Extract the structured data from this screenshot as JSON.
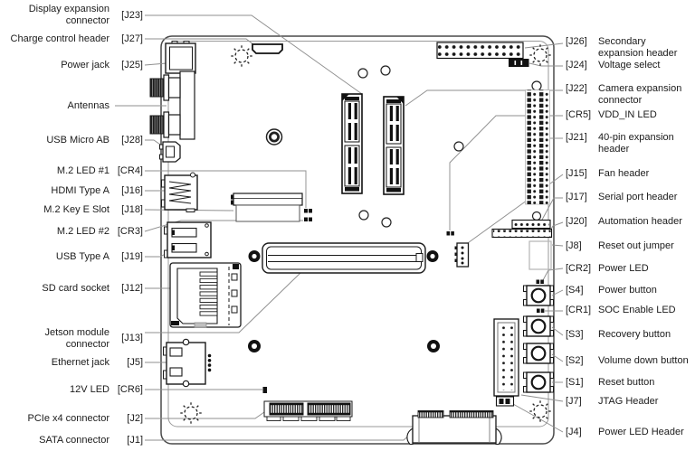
{
  "diagram": {
    "left_labels": [
      {
        "name": "Display expansion connector",
        "ref": "[J23]"
      },
      {
        "name": "Charge control header",
        "ref": "[J27]"
      },
      {
        "name": "Power jack",
        "ref": "[J25]"
      },
      {
        "name": "Antennas",
        "ref": ""
      },
      {
        "name": "USB Micro AB",
        "ref": "[J28]"
      },
      {
        "name": "M.2 LED #1",
        "ref": "[CR4]"
      },
      {
        "name": "HDMI Type A",
        "ref": "[J16]"
      },
      {
        "name": "M.2 Key E Slot",
        "ref": "[J18]"
      },
      {
        "name": "M.2 LED #2",
        "ref": "[CR3]"
      },
      {
        "name": "USB Type A",
        "ref": "[J19]"
      },
      {
        "name": "SD card socket",
        "ref": "[J12]"
      },
      {
        "name": "Jetson module connector",
        "ref": "[J13]"
      },
      {
        "name": "Ethernet jack",
        "ref": "[J5]"
      },
      {
        "name": "12V LED",
        "ref": "[CR6]"
      },
      {
        "name": "PCIe x4 connector",
        "ref": "[J2]"
      },
      {
        "name": "SATA connector",
        "ref": "[J1]"
      }
    ],
    "right_labels": [
      {
        "ref": "[J26]",
        "name": "Secondary expansion header"
      },
      {
        "ref": "[J24]",
        "name": "Voltage select"
      },
      {
        "ref": "[J22]",
        "name": "Camera expansion connector"
      },
      {
        "ref": "[CR5]",
        "name": "VDD_IN LED"
      },
      {
        "ref": "[J21]",
        "name": "40-pin expansion header"
      },
      {
        "ref": "[J15]",
        "name": "Fan header"
      },
      {
        "ref": "[J17]",
        "name": "Serial port header"
      },
      {
        "ref": "[J20]",
        "name": "Automation header"
      },
      {
        "ref": "[J8]",
        "name": "Reset out jumper"
      },
      {
        "ref": "[CR2]",
        "name": "Power LED"
      },
      {
        "ref": "[S4]",
        "name": "Power button"
      },
      {
        "ref": "[CR1]",
        "name": "SOC Enable LED"
      },
      {
        "ref": "[S3]",
        "name": "Recovery button"
      },
      {
        "ref": "[S2]",
        "name": "Volume down button"
      },
      {
        "ref": "[S1]",
        "name": "Reset button"
      },
      {
        "ref": "[J7]",
        "name": "JTAG Header"
      },
      {
        "ref": "[J4]",
        "name": "Power LED Header"
      }
    ],
    "colors": {
      "ink": "#1a1a1a",
      "leader": "#8f8f8f",
      "board_edge": "#4a4a4a"
    }
  }
}
